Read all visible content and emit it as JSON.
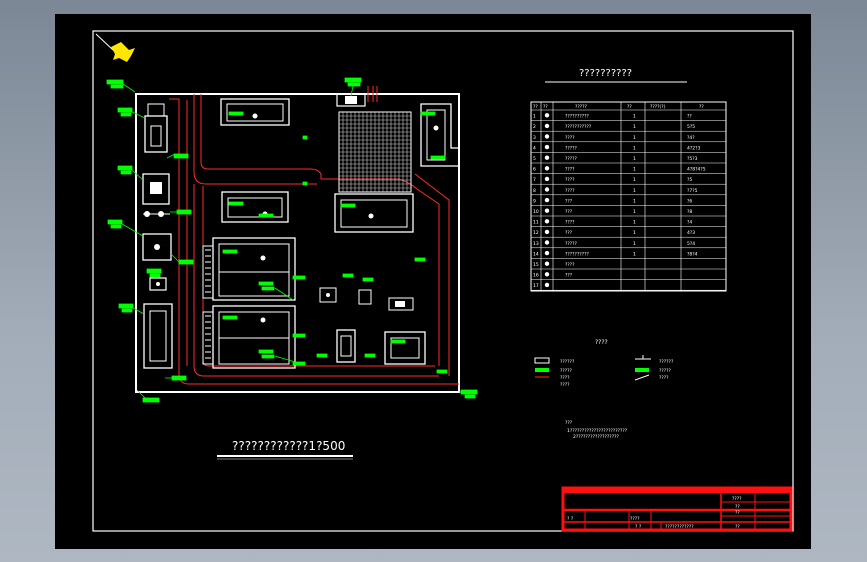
{
  "site_plan": {
    "title": "????????????1?500"
  },
  "equipment_table": {
    "title": "??????????",
    "headers": [
      "??",
      "??",
      "?????",
      "??",
      "????(?)",
      "??"
    ],
    "rows": [
      {
        "no": "1",
        "name": "??????????",
        "qty": "1",
        "size": "??"
      },
      {
        "no": "2",
        "name": "???????????",
        "qty": "1",
        "size": "5?5"
      },
      {
        "no": "3",
        "name": "????",
        "qty": "1",
        "size": "?4?"
      },
      {
        "no": "4",
        "name": "?????",
        "qty": "1",
        "size": "4?2?3"
      },
      {
        "no": "5",
        "name": "?????",
        "qty": "1",
        "size": "?5?3"
      },
      {
        "no": "6",
        "name": "????",
        "qty": "1",
        "size": "4?8?4?5"
      },
      {
        "no": "7",
        "name": "????",
        "qty": "1",
        "size": "?5"
      },
      {
        "no": "8",
        "name": "????",
        "qty": "1",
        "size": "?7?5"
      },
      {
        "no": "9",
        "name": "???",
        "qty": "1",
        "size": "?6"
      },
      {
        "no": "10",
        "name": "???",
        "qty": "1",
        "size": "?8"
      },
      {
        "no": "11",
        "name": "????",
        "qty": "1",
        "size": "?4"
      },
      {
        "no": "12",
        "name": "???",
        "qty": "1",
        "size": "4?3"
      },
      {
        "no": "13",
        "name": "?????",
        "qty": "1",
        "size": "5?4"
      },
      {
        "no": "14",
        "name": "??????????",
        "qty": "1",
        "size": "?8?4"
      },
      {
        "no": "15",
        "name": "????",
        "qty": "",
        "size": ""
      },
      {
        "no": "16",
        "name": "???",
        "qty": "",
        "size": ""
      },
      {
        "no": "17",
        "name": "",
        "qty": "",
        "size": ""
      }
    ]
  },
  "legend": {
    "title": "????",
    "items": [
      "??????",
      "?????",
      "????",
      "????",
      "??????",
      "?????",
      "????"
    ]
  },
  "notes": {
    "title": "???",
    "lines": [
      "1????????????????????????",
      "2??????????????????"
    ]
  },
  "title_block": {
    "row1_code": "????",
    "row2_code": "??",
    "row3_code": "??",
    "bottom_left": "? ?",
    "bottom_mid_label": "????",
    "bottom_mid2": "? ?",
    "bottom_drawing_name": "????????????",
    "bottom_right": "??"
  },
  "colors": {
    "sheet": "#000000",
    "frame": "#ffffff",
    "road": "#ff2020",
    "leader": "#00ff00",
    "title_block": "#ff0000",
    "north_arrow": "#ffe600"
  }
}
